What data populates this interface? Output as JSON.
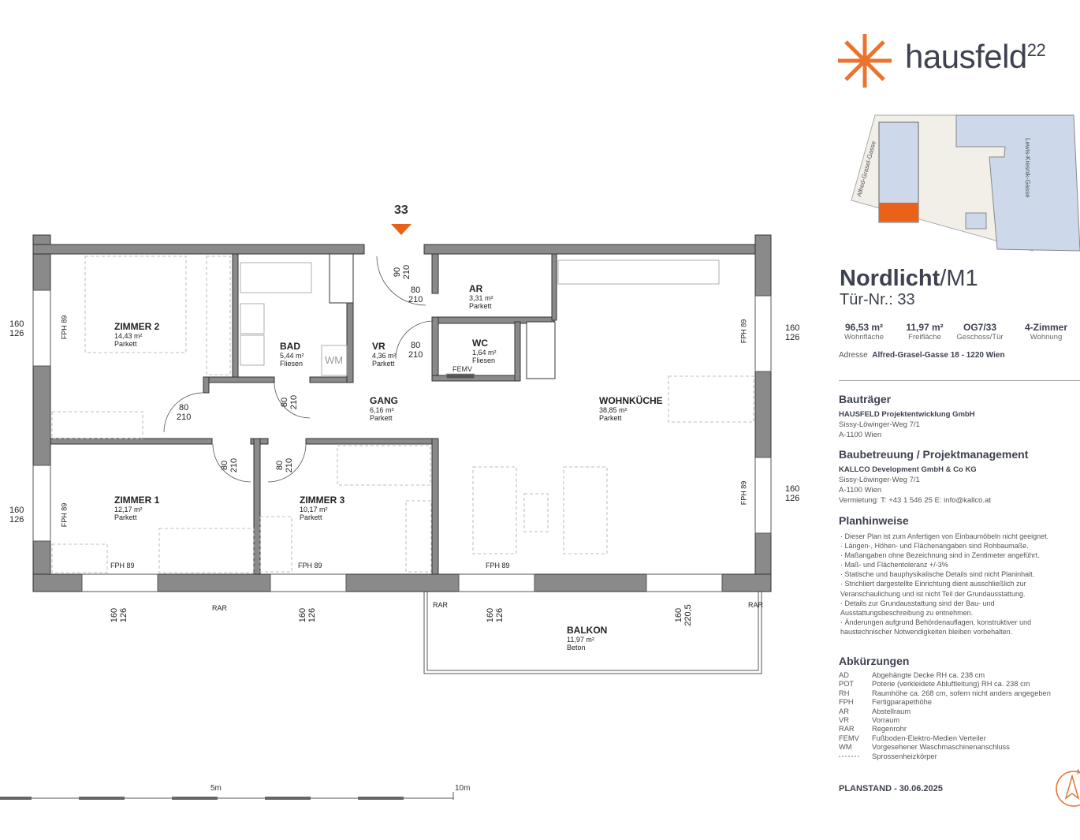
{
  "brand": {
    "name": "hausfeld",
    "superscript": "22",
    "accent": "#e8742f"
  },
  "site_plan": {
    "street_left": "Alfred-Grasel-Gasse",
    "street_right": "Lewis-Kresnik-Gasse",
    "highlight_color": "#e8621a",
    "building_color": "#cdd9ea",
    "ground_color": "#f2efe9"
  },
  "unit": {
    "name": "Nordlicht",
    "suffix": "/M1",
    "door": "Tür-Nr.: 33",
    "door_marker": "33"
  },
  "facts": [
    {
      "value": "96,53 m²",
      "label": "Wohnfläche"
    },
    {
      "value": "11,97 m²",
      "label": "Freifläche"
    },
    {
      "value": "OG7/33",
      "label": "Geschoss/Tür"
    },
    {
      "value": "4-Zimmer",
      "label": "Wohnung"
    }
  ],
  "address": {
    "label": "Adresse",
    "value": "Alfred-Grasel-Gasse 18 - 1220 Wien"
  },
  "bautraeger": {
    "title": "Bauträger",
    "company": "HAUSFELD Projektentwicklung GmbH",
    "street": "Sissy-Löwinger-Weg 7/1",
    "city": "A-1100 Wien"
  },
  "baubetreuung": {
    "title": "Baubetreuung / Projektmanagement",
    "company": "KALLCO Development GmbH & Co KG",
    "street": "Sissy-Löwinger-Weg 7/1",
    "city": "A-1100 Wien",
    "contact": "Vermietung: T: +43 1 546 25  E: info@kallco.at"
  },
  "planhinweise": {
    "title": "Planhinweise",
    "items": [
      "· Dieser Plan ist zum Anfertigen von Einbaumöbeln nicht geeignet.",
      "· Längen-, Höhen- und Flächenangaben sind Rohbaumaße.",
      "· Maßangaben ohne Bezeichnung sind in Zentimeter angeführt.",
      "· Maß- und Flächentoleranz +/-3%",
      "· Statische und bauphysikalische Details sind nicht Planinhalt.",
      "· Strichliert dargestellte Einrichtung dient ausschließlich zur Veranschaulichung und ist nicht Teil der Grundausstattung.",
      "· Details zur Grundausstattung sind der Bau- und Ausstattungsbeschreibung zu entnehmen.",
      "· Änderungen aufgrund Behördenauflagen, konstruktiver und haustechnischer Notwendigkeiten bleiben vorbehalten."
    ]
  },
  "abkuerzungen": {
    "title": "Abkürzungen",
    "items": [
      {
        "abbr": "AD",
        "text": "Abgehängte Decke RH ca. 238 cm"
      },
      {
        "abbr": "POT",
        "text": "Poterie (verkleidete Abluftleitung) RH ca. 238 cm"
      },
      {
        "abbr": "RH",
        "text": "Raumhöhe ca. 268 cm, sofern nicht anders angegeben"
      },
      {
        "abbr": "FPH",
        "text": "Fertigparapethöhe"
      },
      {
        "abbr": "AR",
        "text": "Abstellraum"
      },
      {
        "abbr": "VR",
        "text": "Vorraum"
      },
      {
        "abbr": "RAR",
        "text": "Regenrohr"
      },
      {
        "abbr": "FEMV",
        "text": "Fußboden-Elektro-Medien Verteiler"
      },
      {
        "abbr": "WM",
        "text": "Vorgesehener Waschmaschinenanschluss"
      },
      {
        "abbr": "",
        "text": "Sprossenheizkörper"
      }
    ]
  },
  "planstand": "PLANSTAND - 30.06.2025",
  "compass": "N",
  "rooms": [
    {
      "name": "ZIMMER 2",
      "area": "14,43 m²",
      "floor": "Parkett"
    },
    {
      "name": "BAD",
      "area": "5,44 m²",
      "floor": "Fliesen"
    },
    {
      "name": "VR",
      "area": "4,36 m²",
      "floor": "Parkett"
    },
    {
      "name": "AR",
      "area": "3,31 m²",
      "floor": "Parkett"
    },
    {
      "name": "WC",
      "area": "1,64 m²",
      "floor": "Fliesen"
    },
    {
      "name": "GANG",
      "area": "6,16 m²",
      "floor": "Parkett"
    },
    {
      "name": "WOHNKÜCHE",
      "area": "38,85 m²",
      "floor": "Parkett"
    },
    {
      "name": "ZIMMER 1",
      "area": "12,17 m²",
      "floor": "Parkett"
    },
    {
      "name": "ZIMMER 3",
      "area": "10,17 m²",
      "floor": "Parkett"
    },
    {
      "name": "BALKON",
      "area": "11,97 m²",
      "floor": "Beton"
    }
  ],
  "plan_labels": {
    "wm": "WM",
    "femv": "FEMV",
    "fph": "FPH 89",
    "rar": "RAR"
  },
  "dims": {
    "w160": "160",
    "w126": "126",
    "w220": "220,5",
    "d80": "80",
    "d90": "90",
    "d210": "210"
  },
  "scale": {
    "mid": "5m",
    "end": "10m"
  }
}
